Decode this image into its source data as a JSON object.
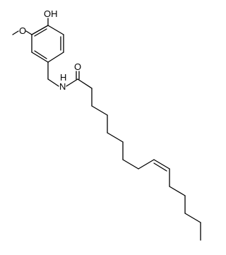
{
  "atom_labels": {
    "hydroxyl": "OH",
    "methoxy_oxygen": "O",
    "carbonyl_oxygen": "O",
    "amide_nitrogen": "N",
    "amide_hydrogen": "H"
  },
  "colors": {
    "bond": "#000000",
    "background": "#ffffff"
  }
}
